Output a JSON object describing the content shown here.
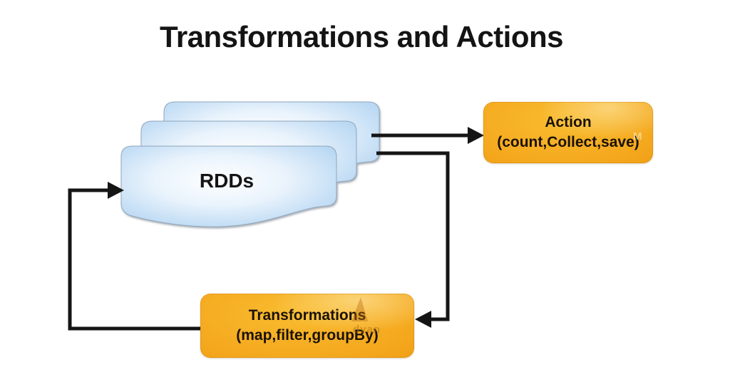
{
  "title": "Transformations and Actions",
  "rdd_stack": {
    "label": "RDDs",
    "card_count": 3
  },
  "action_box": {
    "line1": "Action",
    "line2": "(count,Collect,save)"
  },
  "transformations_box": {
    "line1": "Transformations",
    "line2": "(map,filter,groupBy)"
  },
  "arrows": [
    {
      "from": "RDDs",
      "to": "Action"
    },
    {
      "from": "RDDs",
      "to": "Transformations"
    },
    {
      "from": "Transformations",
      "to": "RDDs"
    }
  ],
  "watermarks": {
    "transformations_fragment": "dvan",
    "action_fragment": "M"
  },
  "colors": {
    "background": "#ffffff",
    "title_text": "#141414",
    "arrow": "#151515",
    "card_fill_center": "#ffffff",
    "card_fill_edge": "#a6ccee",
    "card_stroke": "#8fa6ba",
    "box_gradient_light": "#f9bc30",
    "box_gradient_dark": "#dd8a04",
    "box_text": "#1b1206"
  }
}
